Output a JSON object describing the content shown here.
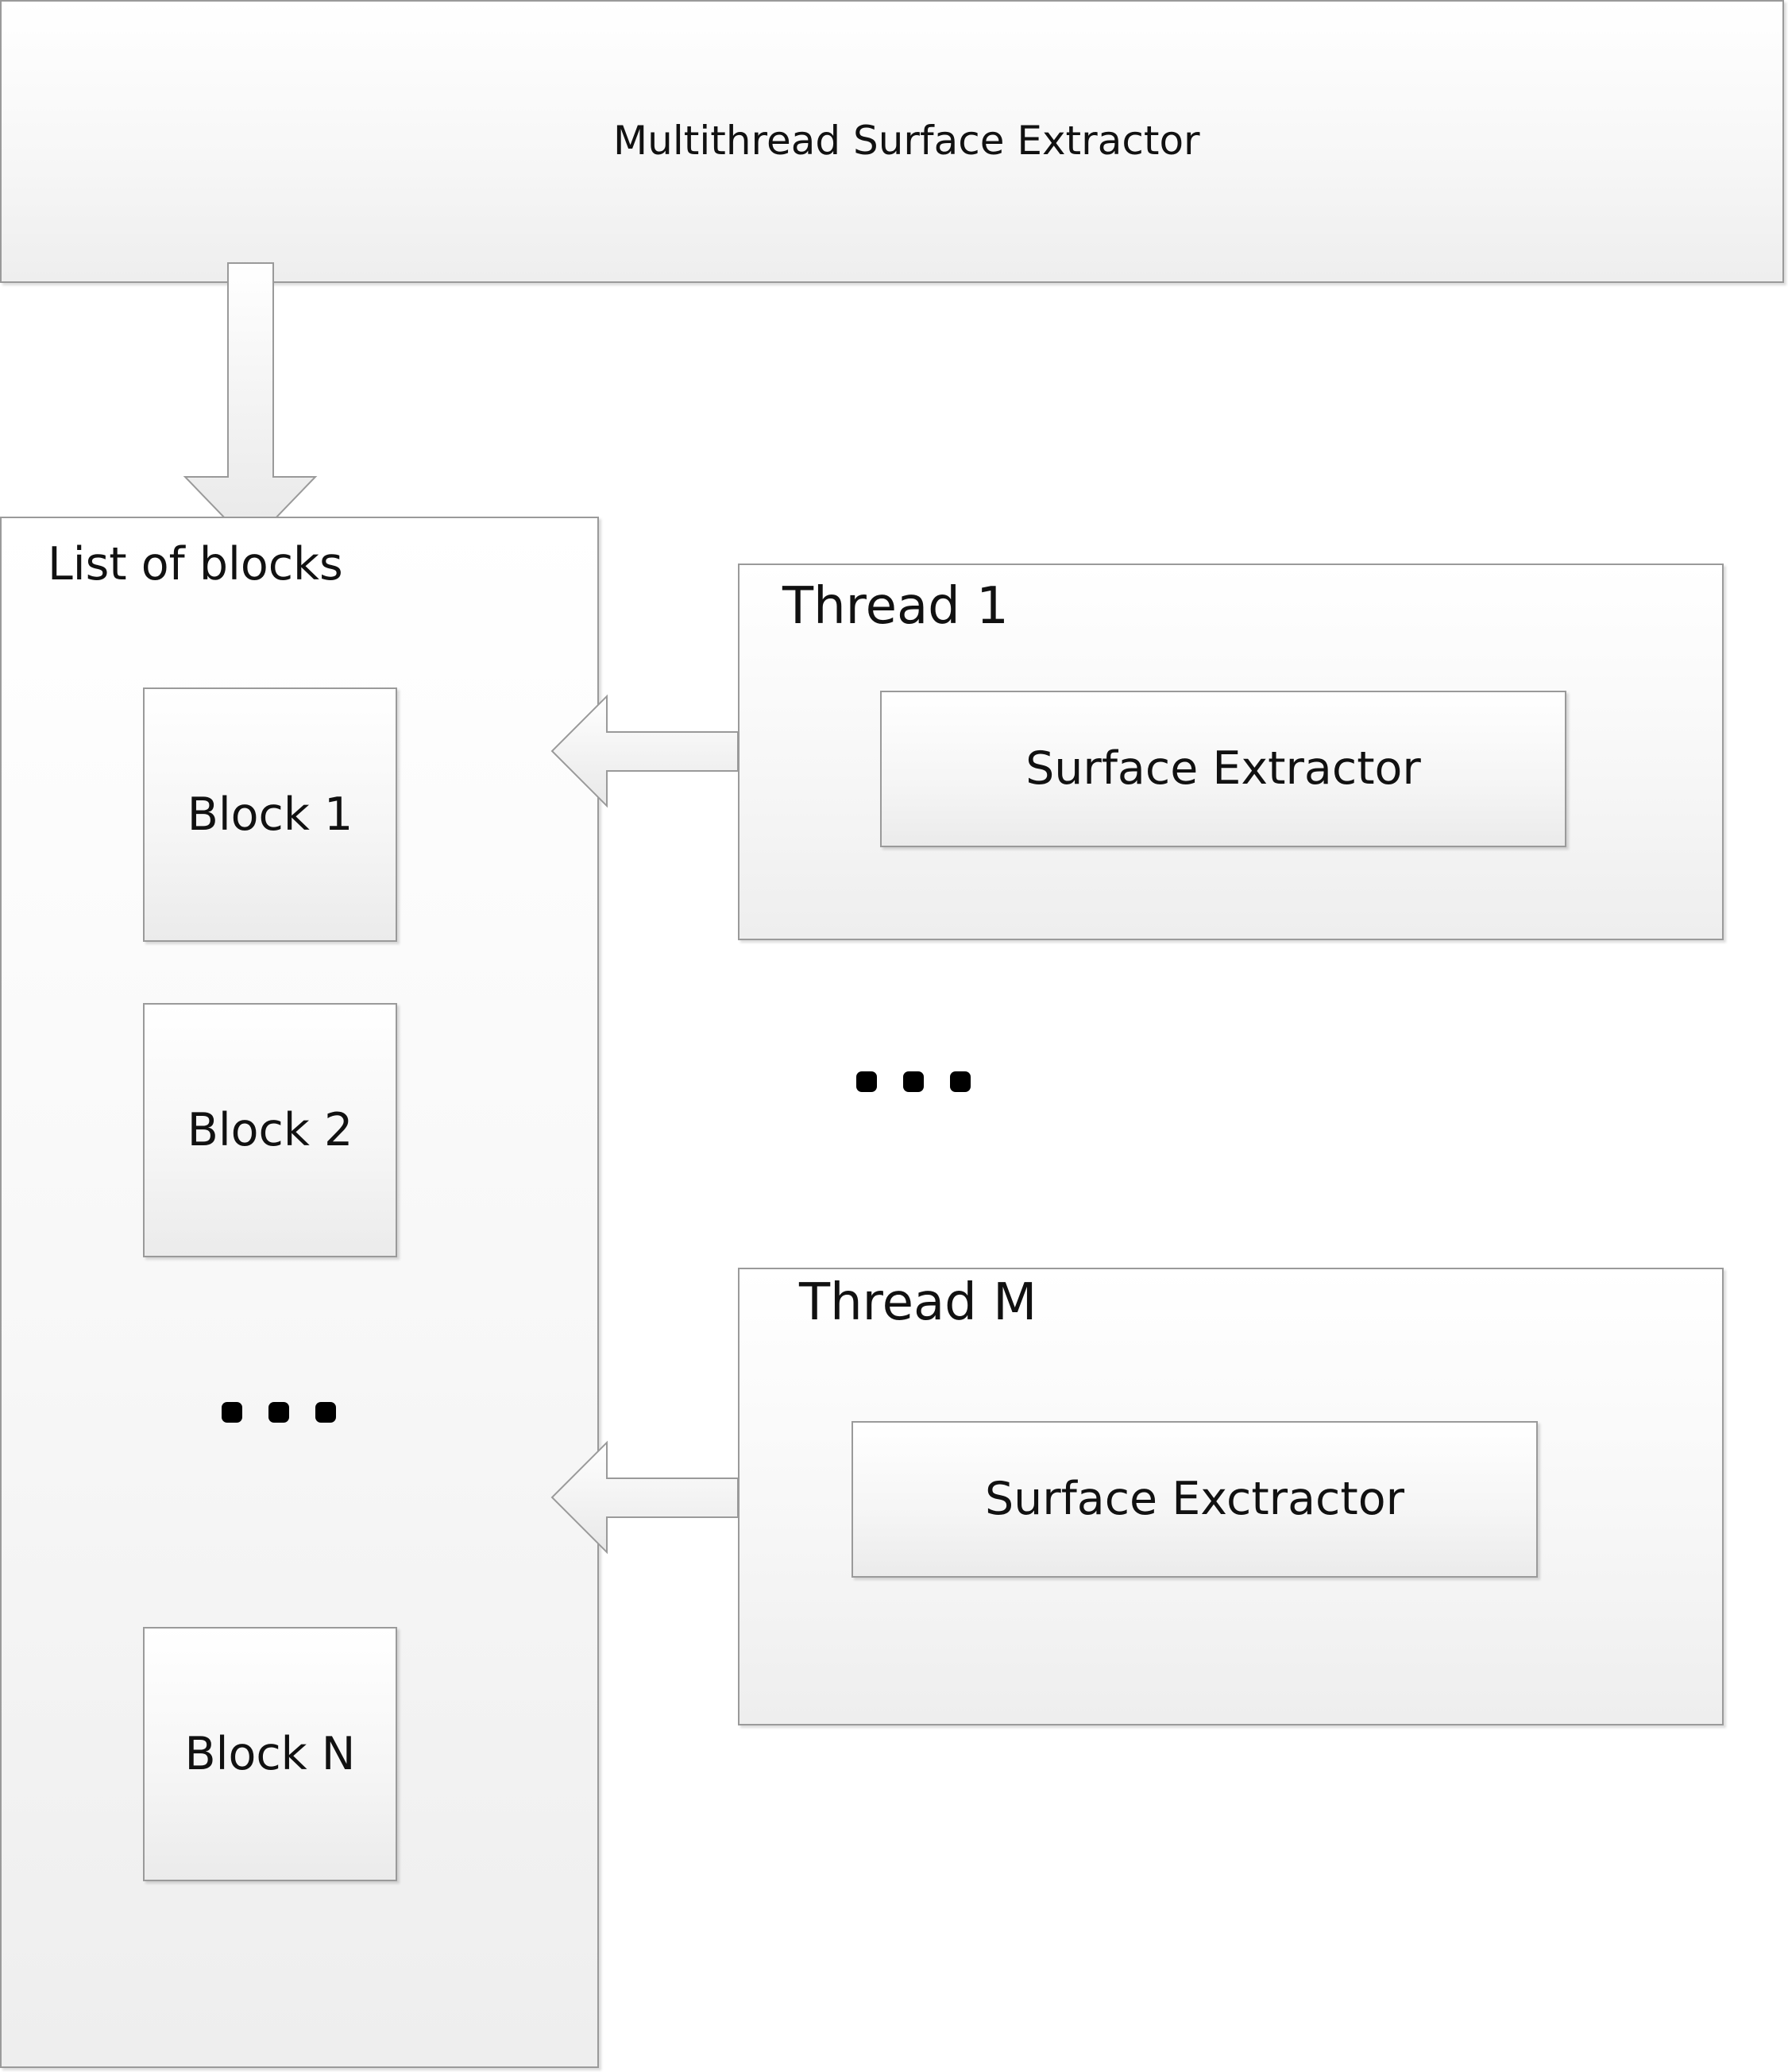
{
  "header": {
    "title": "Multithread Surface Extractor"
  },
  "list": {
    "title": "List of blocks",
    "blocks": [
      "Block 1",
      "Block 2",
      "Block N"
    ]
  },
  "threads": [
    {
      "title": "Thread 1",
      "component": "Surface Extractor"
    },
    {
      "title": "Thread M",
      "component": "Surface Exctractor"
    }
  ]
}
